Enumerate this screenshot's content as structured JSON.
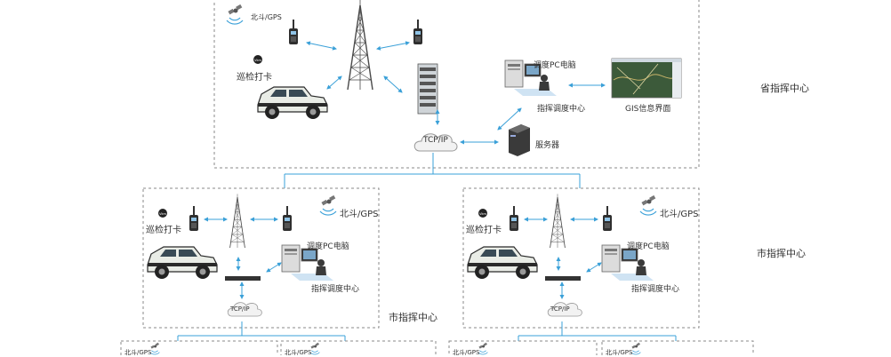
{
  "province": {
    "center_label": "省指挥中心",
    "satellite_label": "北斗/GPS",
    "patrol_label": "巡检打卡",
    "dispatch_pc_label": "调度PC电脑",
    "dispatch_center_label": "指挥调度中心",
    "gis_label": "GIS信息界面",
    "tcpip_label": "TCP/IP",
    "server_label": "服务器"
  },
  "cities": [
    {
      "center_label": "市指挥中心",
      "satellite_label": "北斗/GPS",
      "patrol_label": "巡检打卡",
      "dispatch_pc_label": "调度PC电脑",
      "dispatch_center_label": "指挥调度中心",
      "tcpip_label": "TCP/IP"
    },
    {
      "center_label": "市指挥中心",
      "satellite_label": "北斗/GPS",
      "patrol_label": "巡检打卡",
      "dispatch_pc_label": "调度PC电脑",
      "dispatch_center_label": "指挥调度中心",
      "tcpip_label": "TCP/IP"
    }
  ],
  "counties": [
    {
      "satellite_label": "北斗/GPS"
    },
    {
      "satellite_label": "北斗/GPS"
    },
    {
      "satellite_label": "北斗/GPS"
    },
    {
      "satellite_label": "北斗/GPS"
    }
  ],
  "colors": {
    "link_blue": "#3aa0d8",
    "dashed_border": "#8a8a8a",
    "tower": "#4a4a4a",
    "vehicle_body": "#e9ece6",
    "dark": "#2a2a2a"
  }
}
